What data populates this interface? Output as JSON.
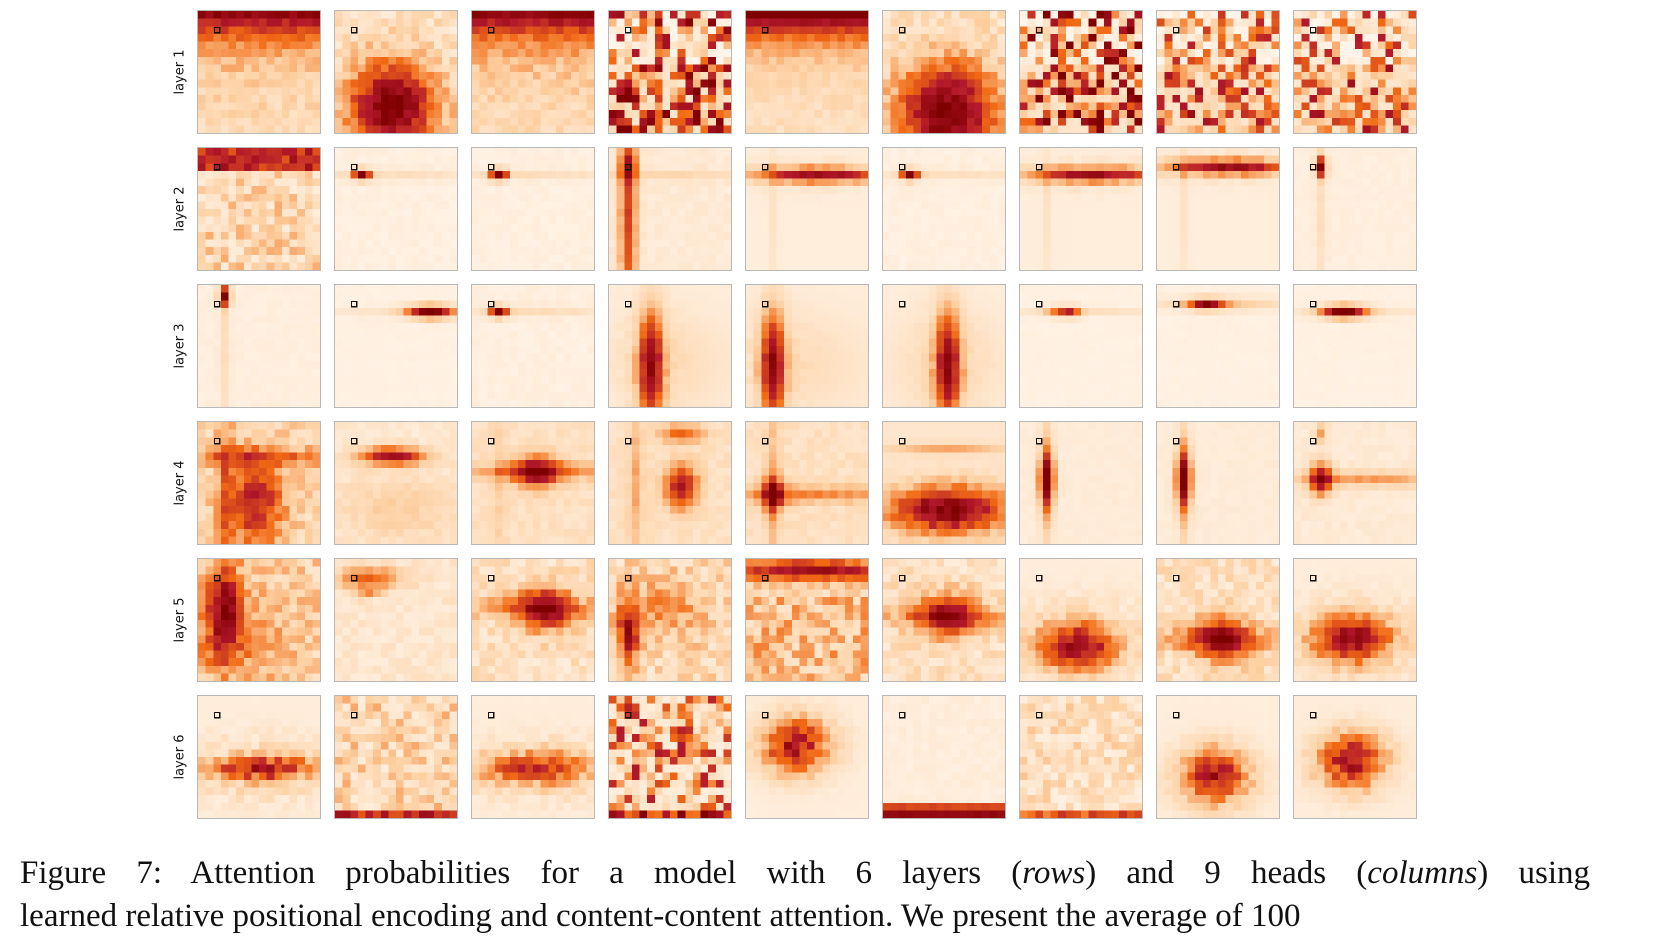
{
  "chart_data": {
    "type": "heatmap",
    "rows": [
      "layer 1",
      "layer 2",
      "layer 3",
      "layer 4",
      "layer 5",
      "layer 6"
    ],
    "cols": 9,
    "grid_size": 16,
    "query_pixel": [
      2,
      2
    ],
    "colormap": [
      "#fff5eb",
      "#fdd0a2",
      "#f16913",
      "#b2182b",
      "#7f0000"
    ]
  },
  "caption": {
    "label": "Figure 7:",
    "text_a": "Attention probabilities for a model with 6 layers (",
    "rows_word": "rows",
    "text_b": ") and 9 heads (",
    "cols_word": "columns",
    "text_c": ") using",
    "line2": "learned relative positional encoding and content-content attention.  We present the average of 100"
  }
}
